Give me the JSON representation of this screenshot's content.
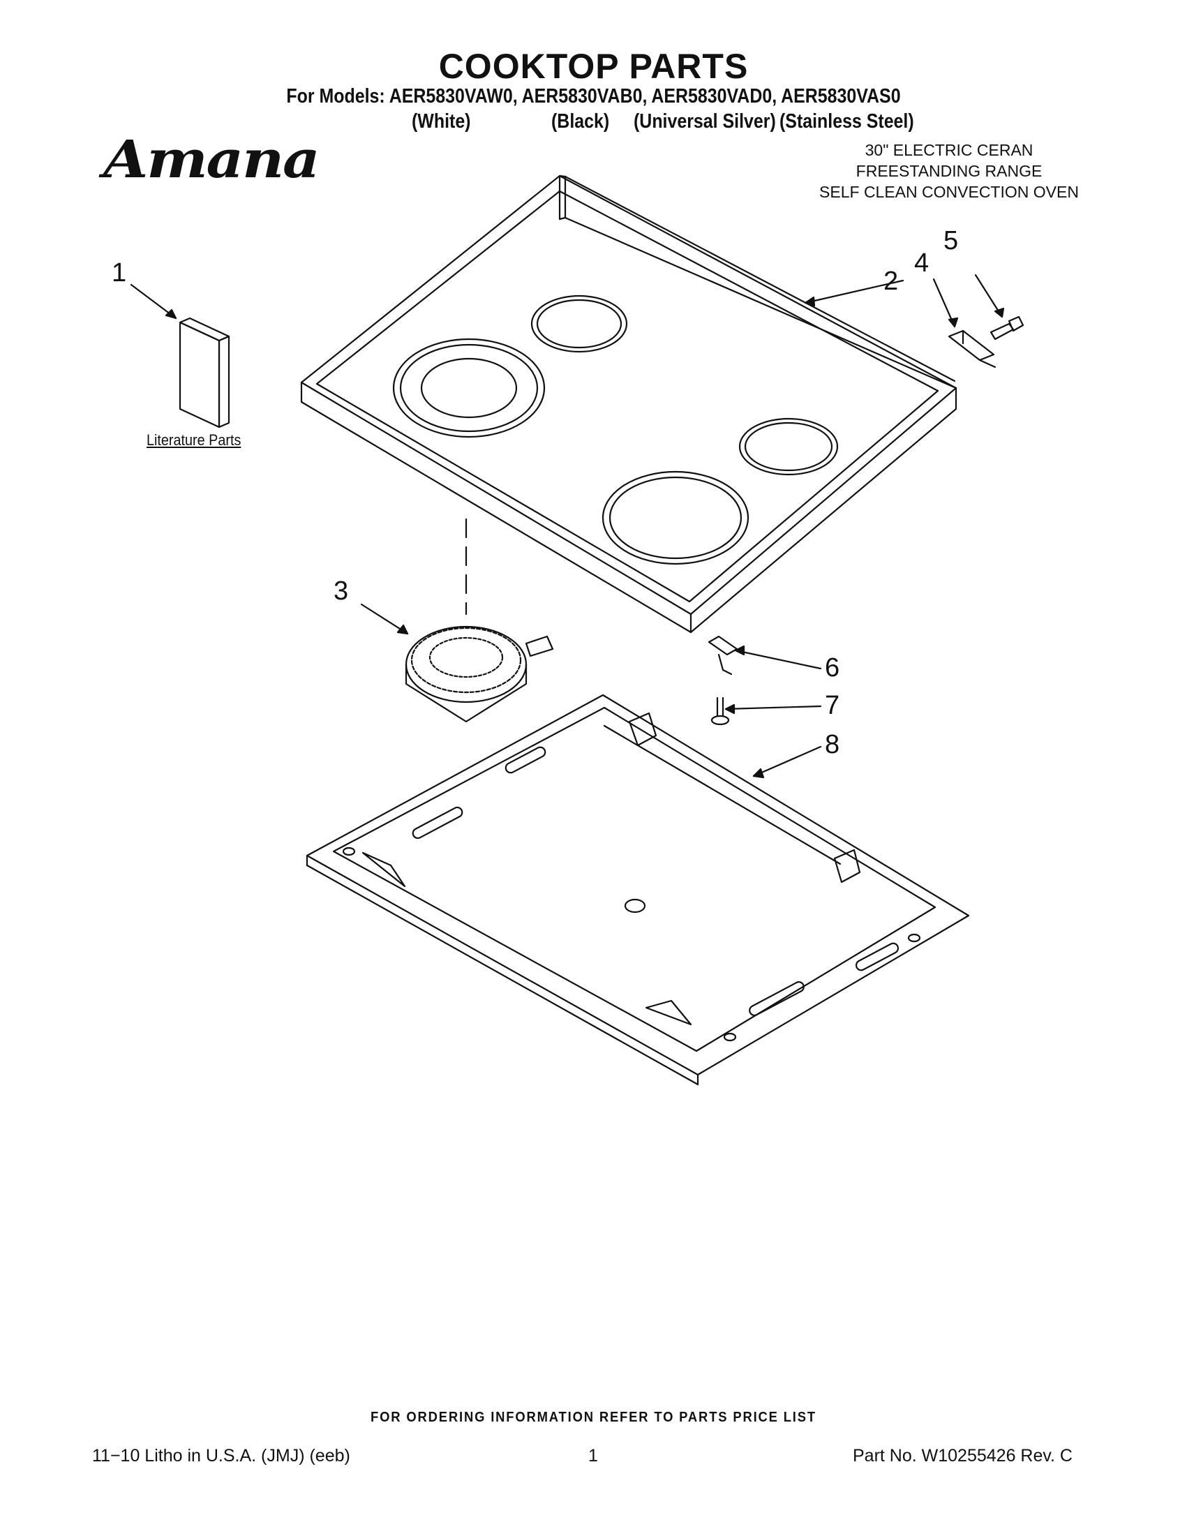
{
  "header": {
    "title": "COOKTOP PARTS",
    "models_line": "For Models: AER5830VAW0, AER5830VAB0, AER5830VAD0, AER5830VAS0",
    "variants": [
      "(White)",
      "(Black)",
      "(Universal Silver)",
      "(Stainless Steel)"
    ]
  },
  "brand": {
    "logo_text": "Amana"
  },
  "product_description": [
    "30\" ELECTRIC CERAN",
    "FREESTANDING RANGE",
    "SELF CLEAN CONVECTION OVEN"
  ],
  "diagram": {
    "callouts": [
      "1",
      "2",
      "3",
      "4",
      "5",
      "6",
      "7",
      "8"
    ],
    "literature_label": "Literature Parts"
  },
  "footer": {
    "ordering_note": "FOR ORDERING INFORMATION REFER TO PARTS PRICE LIST",
    "litho": "11−10 Litho in U.S.A. (JMJ) (eeb)",
    "page_number": "1",
    "part_number": "Part No. W10255426 Rev. C"
  }
}
